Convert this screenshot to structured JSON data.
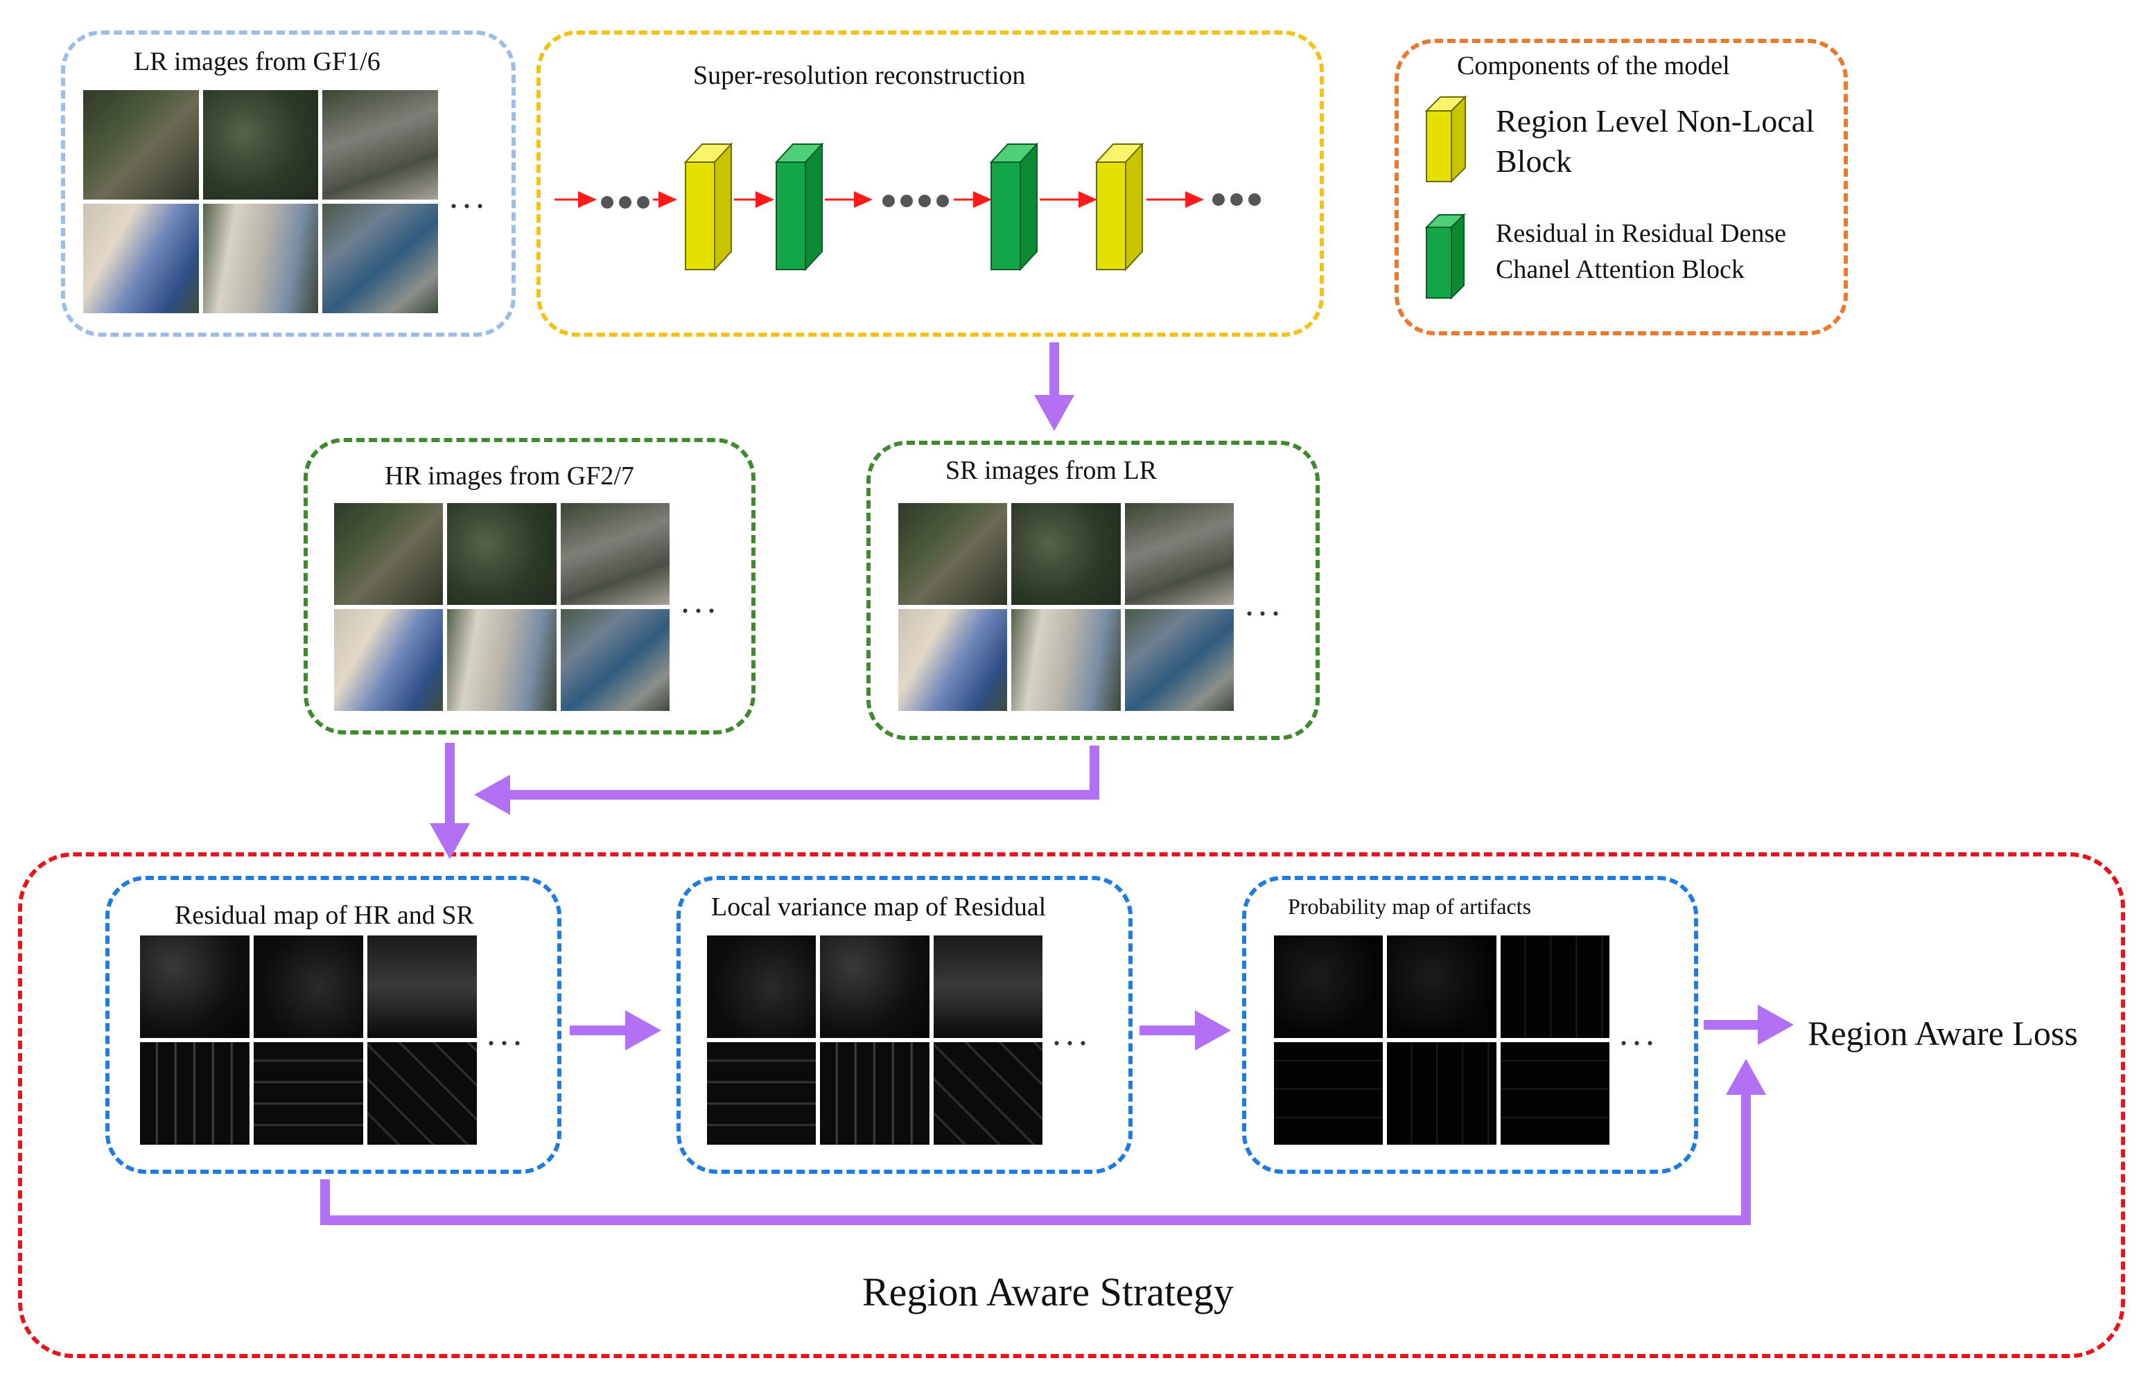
{
  "boxes": {
    "lr": "LR images from GF1/6",
    "sr_recon": "Super-resolution reconstruction",
    "components": "Components of the model",
    "hr": "HR images from GF2/7",
    "sr": "SR images from LR",
    "residual": "Residual map of HR and SR",
    "variance": "Local variance map of Residual",
    "probability": "Probability map of artifacts",
    "strategy": "Region Aware Strategy",
    "loss": "Region Aware Loss"
  },
  "legend": {
    "yellow_line1": "Region Level Non-Local",
    "yellow_line2": "Block",
    "green_line1": "Residual in Residual Dense",
    "green_line2": "Chanel Attention Block"
  },
  "ellipsis": "...",
  "colors": {
    "lr_border": "#9cbde6",
    "recon_border": "#f2c21a",
    "components_border": "#e87a2e",
    "hr_sr_border": "#3f8a2e",
    "strategy_border": "#e8141c",
    "map_border": "#1f7be0",
    "flow_arrow": "#b270f5",
    "chain_arrow": "#ff1a1a",
    "yellow_block": "#e4e000",
    "green_block": "#12a646"
  }
}
